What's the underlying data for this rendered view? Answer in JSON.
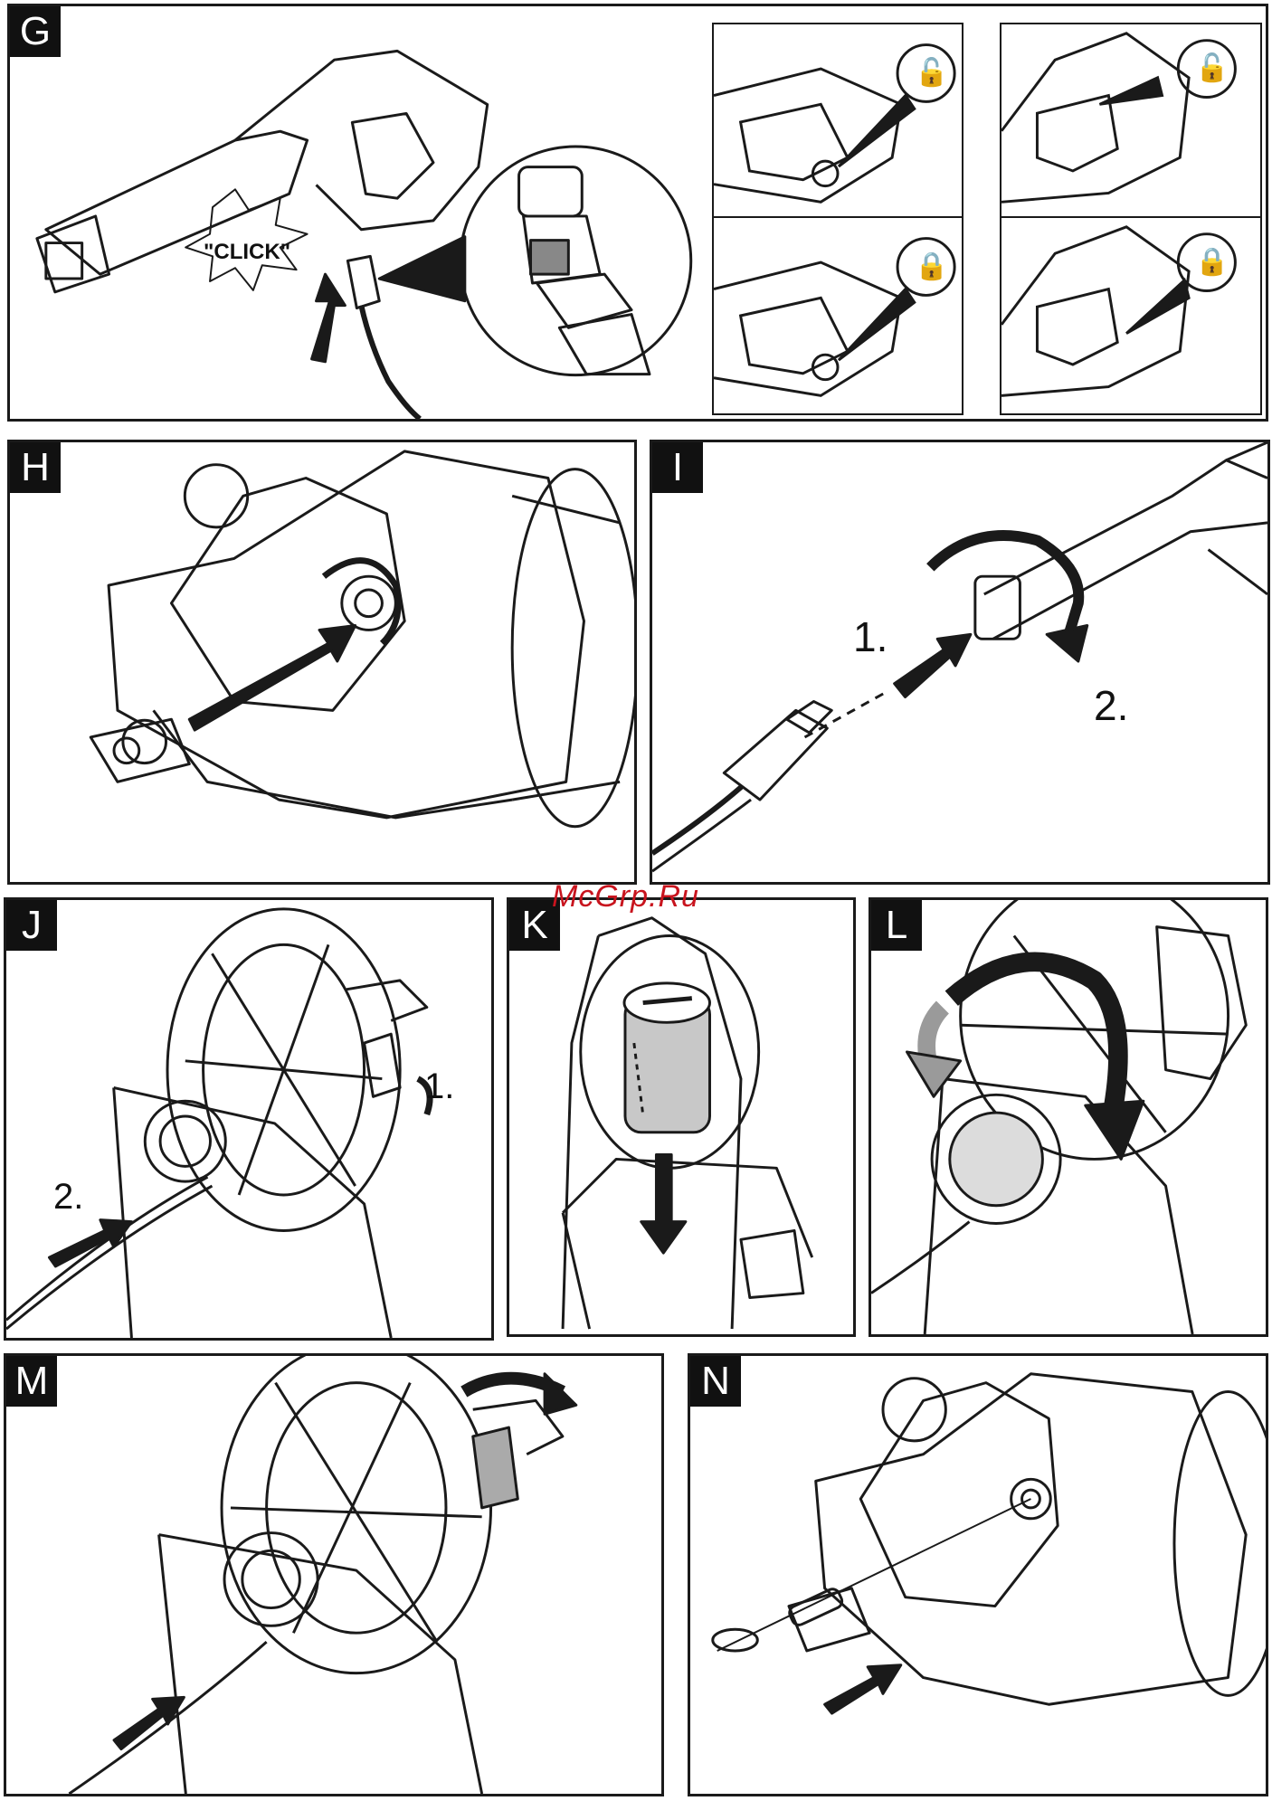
{
  "watermark": "McGrp.Ru",
  "panels": {
    "g": {
      "label": "G",
      "click_text": "\"CLICK\""
    },
    "h": {
      "label": "H"
    },
    "i": {
      "label": "I",
      "step1": "1.",
      "step2": "2."
    },
    "j": {
      "label": "J",
      "step1": "1.",
      "step2": "2."
    },
    "k": {
      "label": "K"
    },
    "l": {
      "label": "L"
    },
    "m": {
      "label": "M"
    },
    "n": {
      "label": "N"
    }
  },
  "icons": [
    "unlock-icon",
    "unlock-icon",
    "lock-icon",
    "lock-icon"
  ],
  "colors": {
    "ink": "#1a1a1a",
    "gray": "#9a9a9a",
    "watermark": "#c8141e"
  }
}
